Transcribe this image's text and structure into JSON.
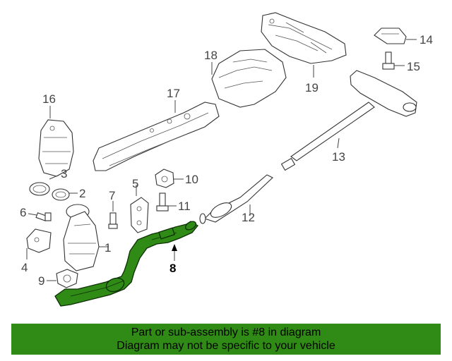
{
  "callouts": {
    "c1": "1",
    "c2": "2",
    "c3": "3",
    "c4": "4",
    "c5": "5",
    "c6": "6",
    "c7": "7",
    "c8": "8",
    "c9": "9",
    "c10": "10",
    "c11": "11",
    "c12": "12",
    "c13": "13",
    "c14": "14",
    "c15": "15",
    "c16": "16",
    "c17": "17",
    "c18": "18",
    "c19": "19"
  },
  "highlight_color": "#2f8a16",
  "banner": {
    "line1": "Part or sub-assembly is #8 in diagram",
    "line2": "Diagram may not be specific to your vehicle"
  }
}
